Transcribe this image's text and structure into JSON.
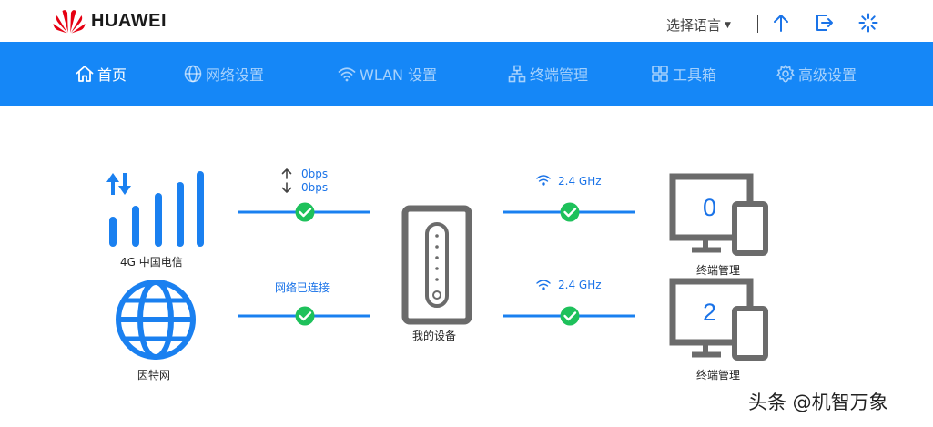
{
  "brand": {
    "name": "HUAWEI",
    "color": "#e60012"
  },
  "header": {
    "language_label": "选择语言",
    "icons": [
      "upgrade-icon",
      "logout-icon",
      "loading-icon"
    ]
  },
  "nav": {
    "accent": "#1587f7",
    "items": [
      {
        "label": "首页",
        "icon": "home-icon",
        "active": true
      },
      {
        "label": "网络设置",
        "icon": "globe-icon"
      },
      {
        "label": "WLAN 设置",
        "icon": "wifi-icon"
      },
      {
        "label": "终端管理",
        "icon": "devices-tree-icon"
      },
      {
        "label": "工具箱",
        "icon": "toolbox-icon"
      },
      {
        "label": "高级设置",
        "icon": "gear-icon"
      }
    ]
  },
  "topology": {
    "cellular": {
      "label": "4G  中国电信",
      "icon": "signal-bars-icon"
    },
    "internet": {
      "label": "因特网",
      "icon": "globe-icon"
    },
    "upload_speed": "0bps",
    "download_speed": "0bps",
    "network_status": "网络已连接",
    "router_label": "我的设备",
    "wifi_bands": [
      "2.4 GHz",
      "2.4 GHz"
    ],
    "terminals": [
      {
        "count": "0",
        "label": "终端管理"
      },
      {
        "count": "2",
        "label": "终端管理"
      }
    ],
    "status_color": "#1ec15b"
  },
  "watermark": "头条 @机智万象"
}
